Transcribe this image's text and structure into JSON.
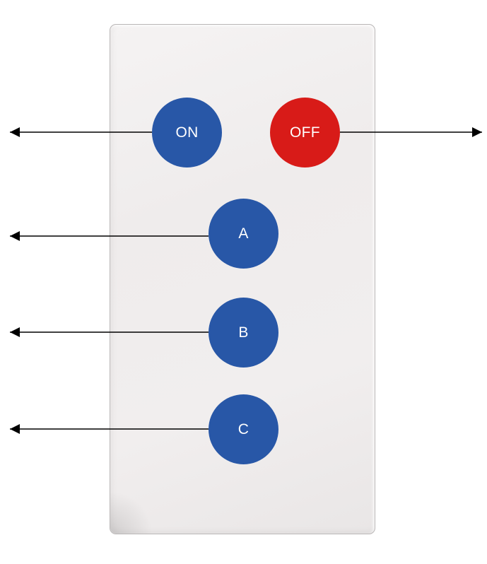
{
  "buttons": {
    "on": {
      "label": "ON",
      "color": "#2857a7"
    },
    "off": {
      "label": "OFF",
      "color": "#d81b18"
    },
    "a": {
      "label": "A",
      "color": "#2857a7"
    },
    "b": {
      "label": "B",
      "color": "#2857a7"
    },
    "c": {
      "label": "C",
      "color": "#2857a7"
    }
  },
  "arrow_color": "#000000"
}
